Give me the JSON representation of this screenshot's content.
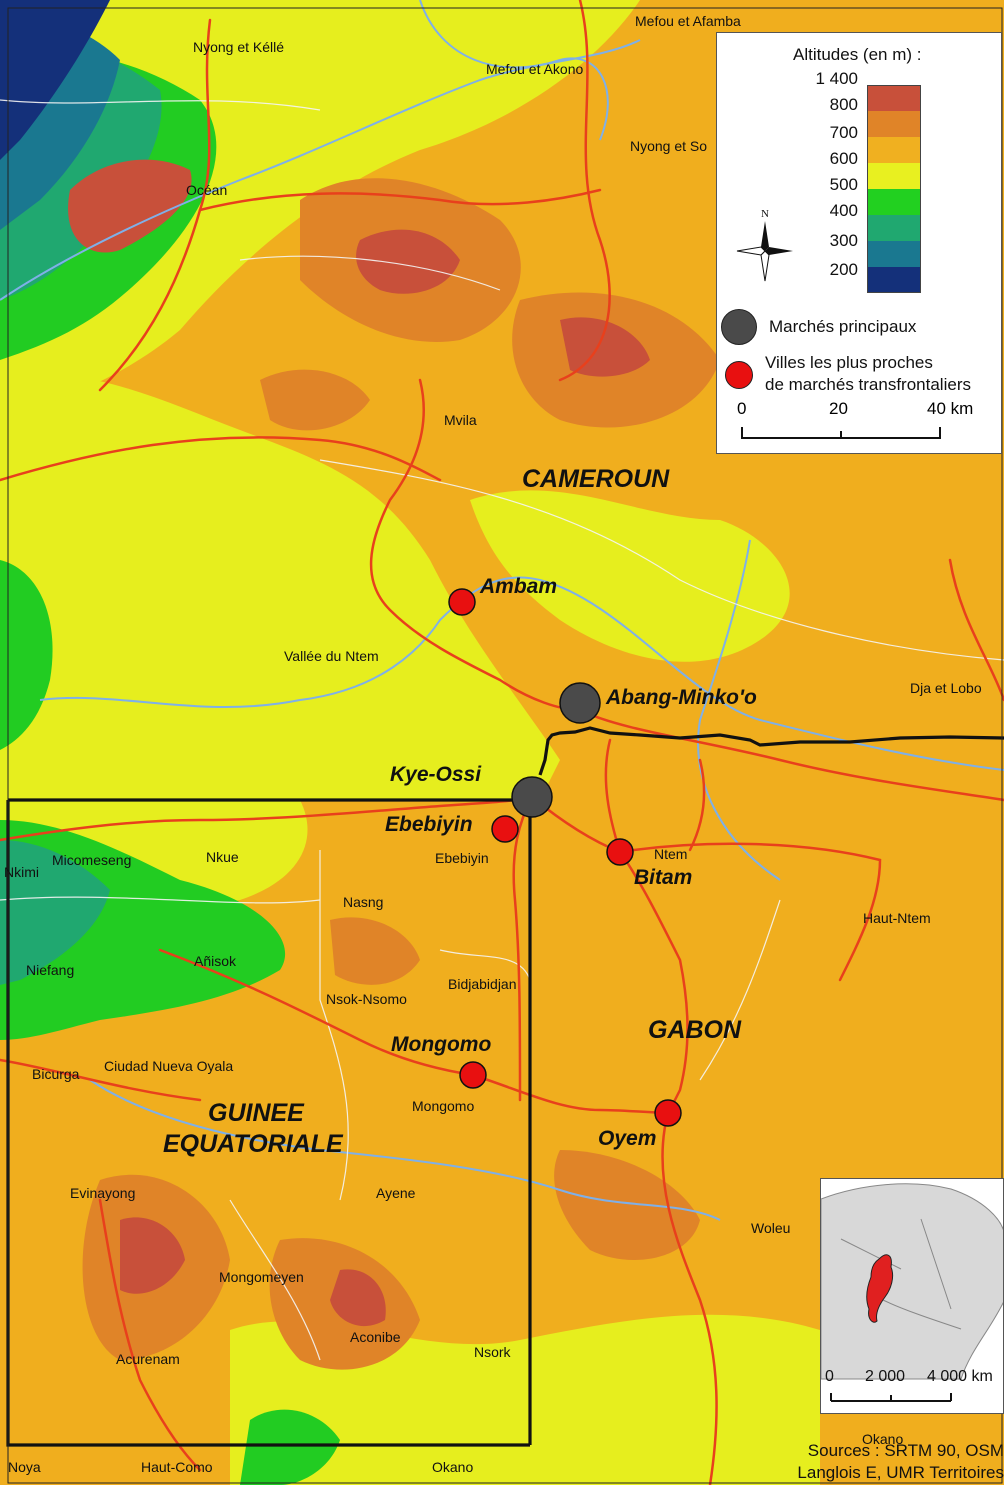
{
  "legend": {
    "title": "Altitudes (en m) :",
    "altitude_levels": [
      {
        "label": "1 400",
        "color": "#c8503a"
      },
      {
        "label": "800",
        "color": "#e08428"
      },
      {
        "label": "700",
        "color": "#f0b020"
      },
      {
        "label": "600",
        "color": "#e8f020"
      },
      {
        "label": "500",
        "color": "#22d020"
      },
      {
        "label": "400",
        "color": "#20a870"
      },
      {
        "label": "300",
        "color": "#1a7890"
      },
      {
        "label": "200",
        "color": "#14307a"
      }
    ],
    "north_label": "N",
    "main_markets": "Marchés principaux",
    "cross_border_line1": "Villes les plus proches",
    "cross_border_line2": "de marchés transfrontaliers",
    "scale": {
      "ticks": [
        "0",
        "20",
        "40 km"
      ]
    }
  },
  "map": {
    "countries": {
      "cameroun": "CAMEROUN",
      "gabon": "GABON",
      "guinee_line1": "GUINEE",
      "guinee_line2": "EQUATORIALE"
    },
    "markets": {
      "main": [
        "Abang-Minko'o",
        "Kye-Ossi"
      ],
      "border_towns": [
        "Ambam",
        "Ebebiyin",
        "Bitam",
        "Mongomo",
        "Oyem"
      ]
    },
    "divisions": {
      "mefou_afamba": "Mefou et Afamba",
      "nyong_kelle": "Nyong et Kéllé",
      "mefou_akono": "Mefou et Akono",
      "nyong_so": "Nyong et So",
      "ocean": "Océan",
      "mvila": "Mvila",
      "vallee_ntem": "Vallée du Ntem",
      "dja_lobo": "Dja et Lobo",
      "nkimi": "Nkimi",
      "micomeseng": "Micomeseng",
      "nkue": "Nkue",
      "ebebiyin": "Ebebiyin",
      "ntem": "Ntem",
      "nasng": "Nasng",
      "haut_ntem": "Haut-Ntem",
      "niefang": "Niefang",
      "anisok": "Añisok",
      "bidjabidjan": "Bidjabidjan",
      "nsok_nsomo": "Nsok-Nsomo",
      "bicurga": "Bicurga",
      "ciudad_nueva_oyala": "Ciudad Nueva Oyala",
      "mongomo": "Mongomo",
      "evinayong": "Evinayong",
      "ayene": "Ayene",
      "woleu": "Woleu",
      "mongomeyen": "Mongomeyen",
      "aconibe": "Aconibe",
      "acurenam": "Acurenam",
      "nsork": "Nsork",
      "okano_top": "Okano",
      "noya": "Noya",
      "haut_como": "Haut-Como",
      "okano_bottom": "Okano"
    }
  },
  "inset": {
    "scale_ticks": [
      "0",
      "2 000",
      "4 000 km"
    ],
    "highlight_color": "#e02020"
  },
  "credits": {
    "line1": "Sources : SRTM 90, OSM",
    "line2": "Langlois E, UMR Territoires"
  }
}
